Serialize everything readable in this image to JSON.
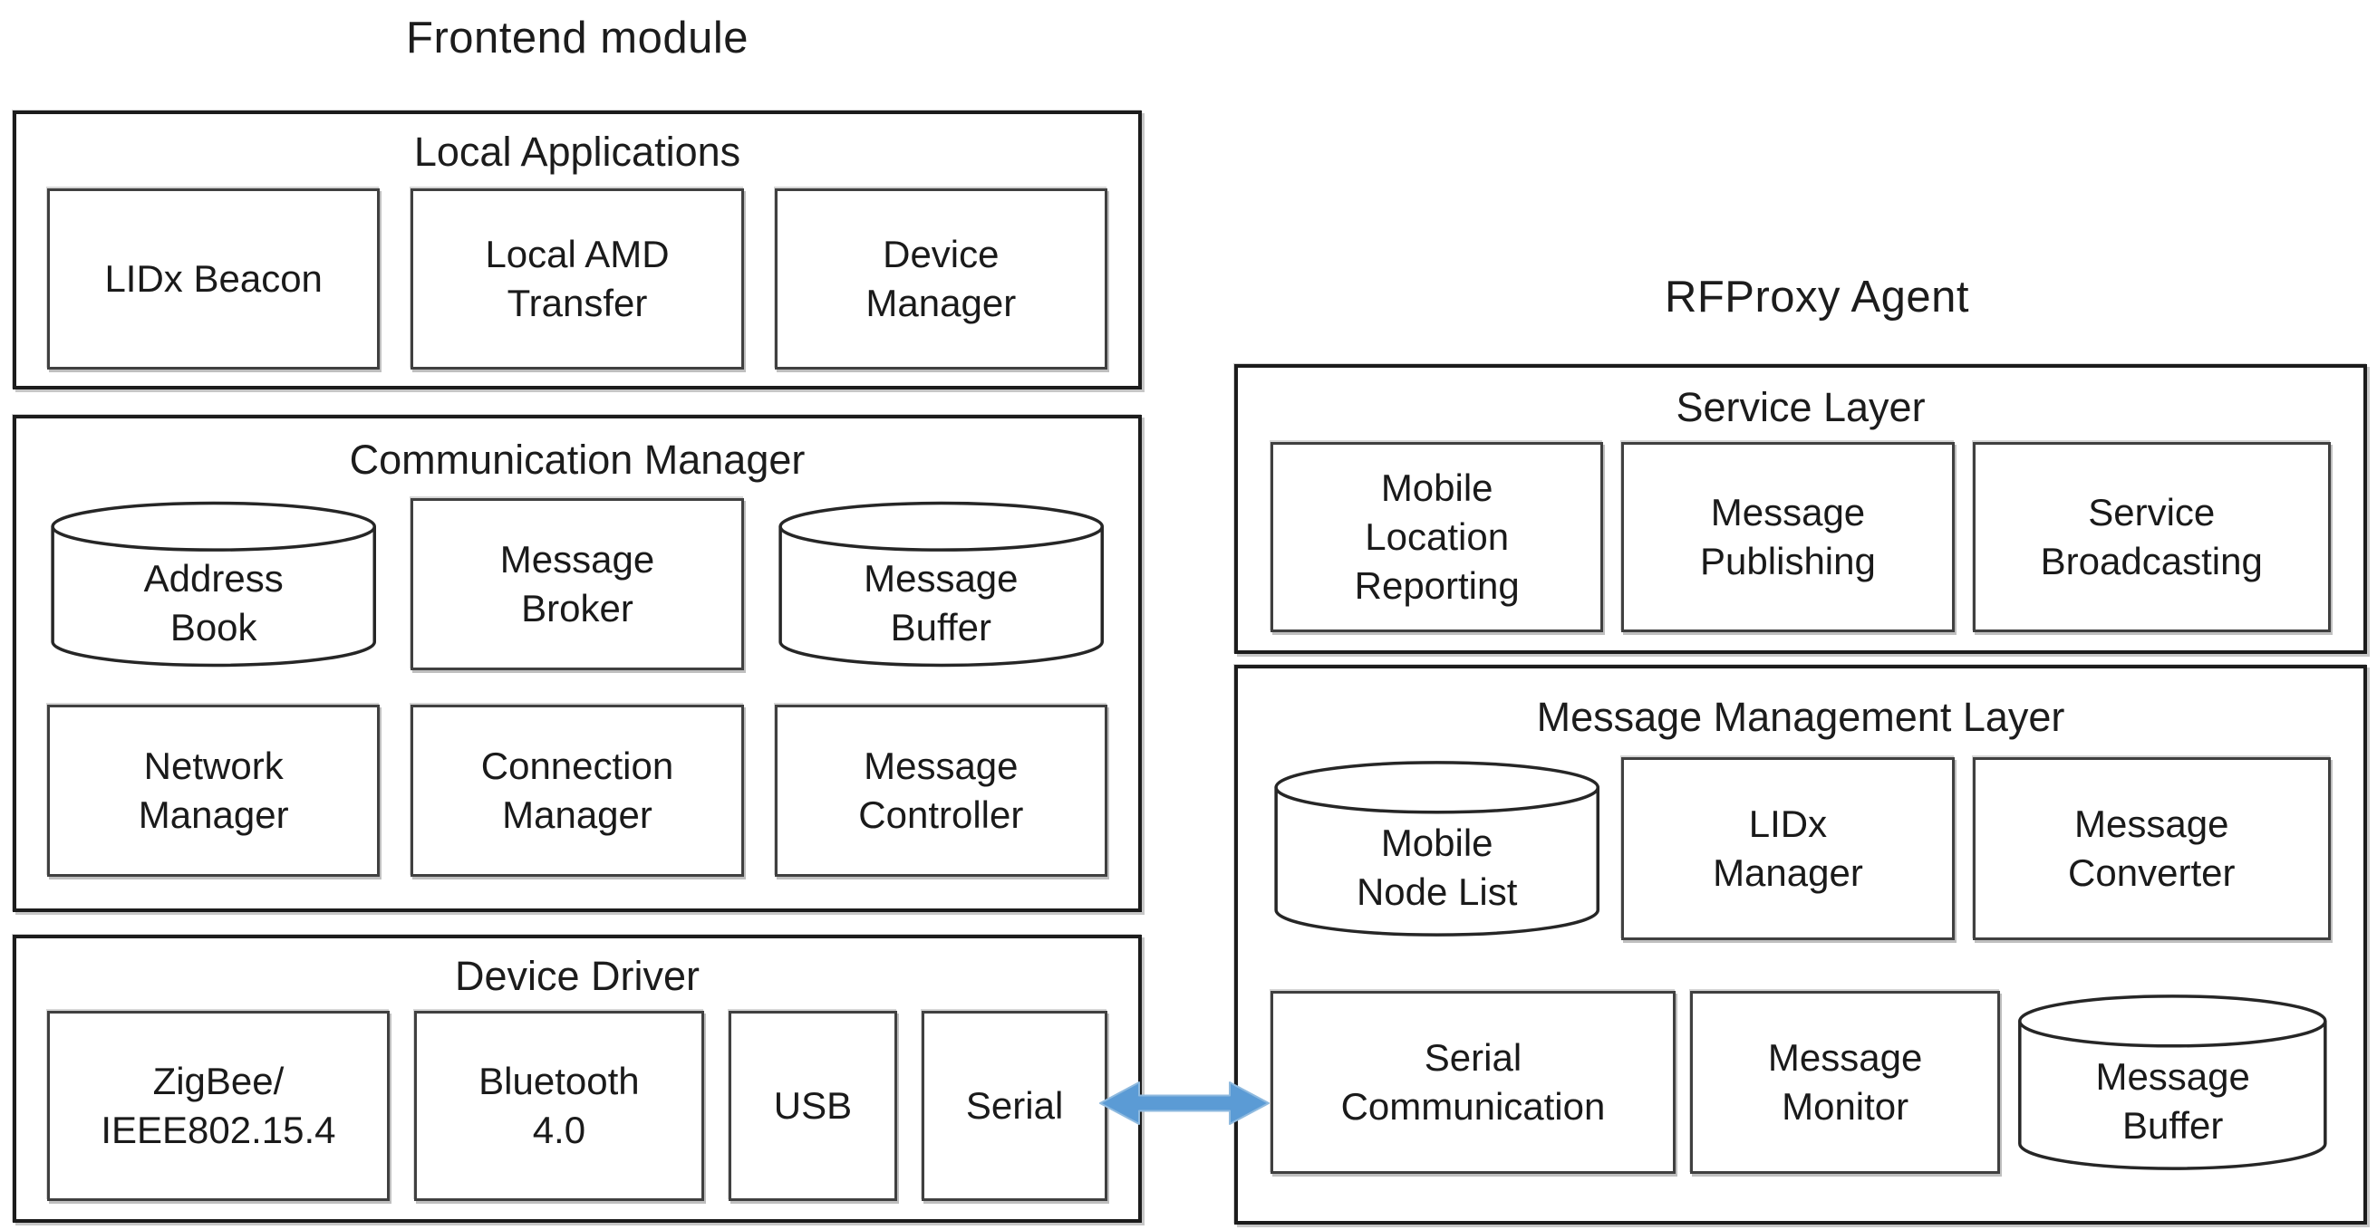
{
  "colors": {
    "background": "#ffffff",
    "outer_border": "#1c1c1c",
    "inner_border": "#404040",
    "text": "#1f1f1f",
    "arrow": "#5B9BD5"
  },
  "diagram": {
    "frontend": {
      "title": "Frontend module",
      "sections": [
        {
          "header": "Local Applications",
          "rows": [
            [
              {
                "label": "LIDx Beacon",
                "shape": "rect"
              },
              {
                "label": "Local AMD\nTransfer",
                "shape": "rect"
              },
              {
                "label": "Device\nManager",
                "shape": "rect"
              }
            ]
          ]
        },
        {
          "header": "Communication Manager",
          "rows": [
            [
              {
                "label": "Address\nBook",
                "shape": "cylinder"
              },
              {
                "label": "Message\nBroker",
                "shape": "rect"
              },
              {
                "label": "Message\nBuffer",
                "shape": "cylinder"
              }
            ],
            [
              {
                "label": "Network\nManager",
                "shape": "rect"
              },
              {
                "label": "Connection\nManager",
                "shape": "rect"
              },
              {
                "label": "Message\nController",
                "shape": "rect"
              }
            ]
          ]
        },
        {
          "header": "Device Driver",
          "rows": [
            [
              {
                "label": "ZigBee/\nIEEE802.15.4",
                "shape": "rect"
              },
              {
                "label": "Bluetooth\n4.0",
                "shape": "rect"
              },
              {
                "label": "USB",
                "shape": "rect"
              },
              {
                "label": "Serial",
                "shape": "rect"
              }
            ]
          ]
        }
      ]
    },
    "rfproxy": {
      "title": "RFProxy Agent",
      "sections": [
        {
          "header": "Service Layer",
          "rows": [
            [
              {
                "label": "Mobile\nLocation\nReporting",
                "shape": "rect"
              },
              {
                "label": "Message\nPublishing",
                "shape": "rect"
              },
              {
                "label": "Service\nBroadcasting",
                "shape": "rect"
              }
            ]
          ]
        },
        {
          "header": "Message Management Layer",
          "rows": [
            [
              {
                "label": "Mobile\nNode List",
                "shape": "cylinder"
              },
              {
                "label": "LIDx\nManager",
                "shape": "rect"
              },
              {
                "label": "Message\nConverter",
                "shape": "rect"
              }
            ],
            [
              {
                "label": "Serial\nCommunication",
                "shape": "rect"
              },
              {
                "label": "Message\nMonitor",
                "shape": "rect"
              },
              {
                "label": "Message\nBuffer",
                "shape": "cylinder"
              }
            ]
          ]
        }
      ]
    },
    "connector": {
      "type": "double-headed-arrow",
      "color": "#5B9BD5",
      "connects": [
        "Serial",
        "Serial Communication"
      ]
    }
  }
}
